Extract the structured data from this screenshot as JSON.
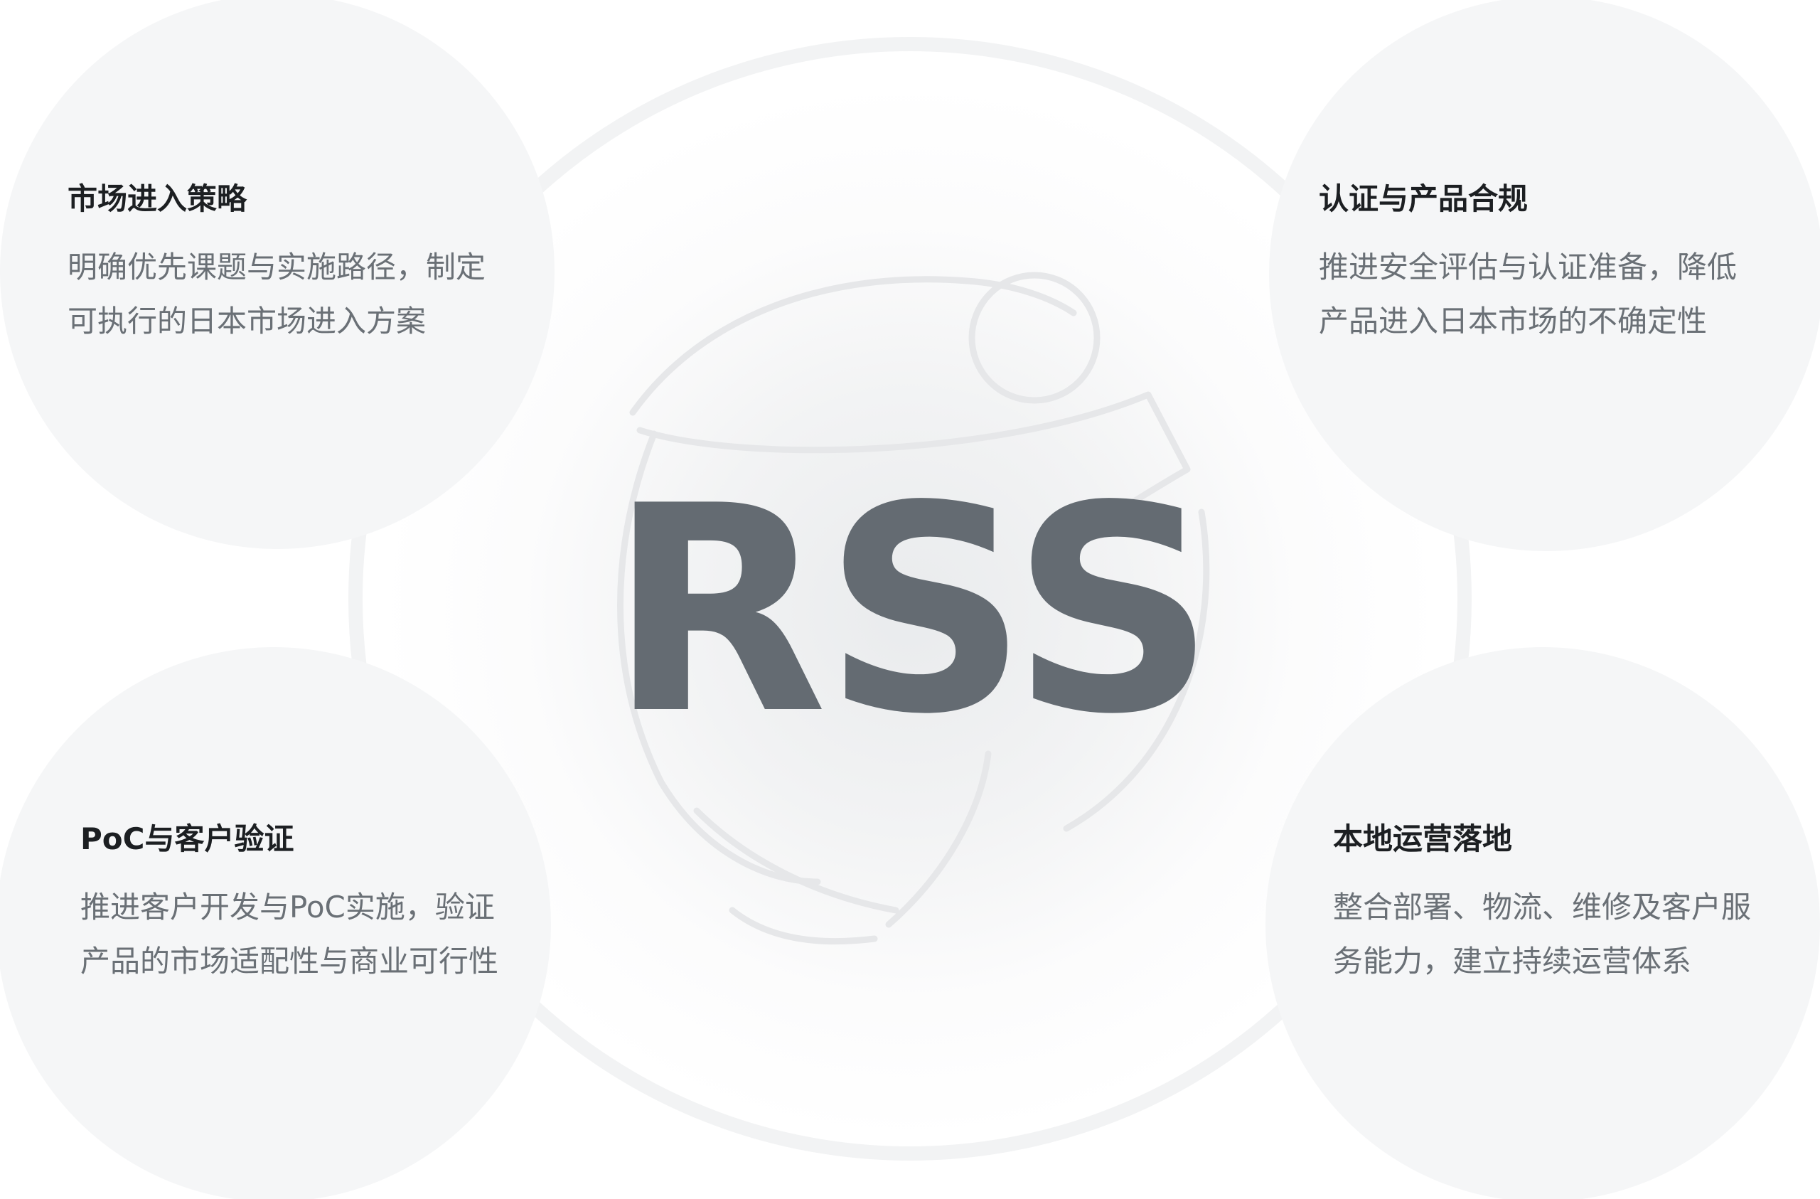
{
  "center": {
    "brand": "RSS"
  },
  "cards": {
    "top_left": {
      "title": "市场进入策略",
      "desc_line1": "明确优先课题与实施路径，制定",
      "desc_line2": "可执行的日本市场进入方案"
    },
    "top_right": {
      "title": "认证与产品合规",
      "desc_line1": "推进安全评估与认证准备，降低",
      "desc_line2": "产品进入日本市场的不确定性"
    },
    "bottom_left": {
      "title": "PoC与客户验证",
      "desc_line1": "推进客户开发与PoC实施，验证",
      "desc_line2": "产品的市场适配性与商业可行性"
    },
    "bottom_right": {
      "title": "本地运营落地",
      "desc_line1": "整合部署、物流、维修及客户服",
      "desc_line2": "务能力，建立持续运营体系"
    }
  },
  "colors": {
    "brand": "#646b72",
    "bubble": "#f5f6f7",
    "title": "#1c1f22",
    "desc": "#6a7076"
  }
}
